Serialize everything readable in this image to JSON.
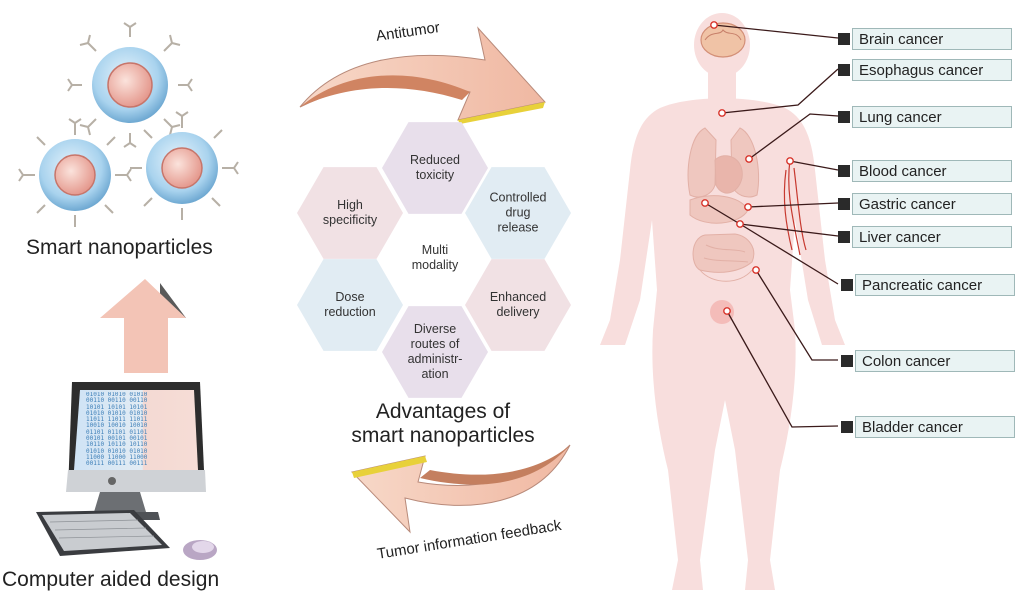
{
  "left": {
    "nanoparticles_label": "Smart nanoparticles",
    "computer_label": "Computer aided design",
    "screen_binary": [
      "01010",
      "00110",
      "10101",
      "01010",
      "11011",
      "10010",
      "01101",
      "00101",
      "10110",
      "01010",
      "11000",
      "00111"
    ]
  },
  "center": {
    "antitumor_label": "Antitumor",
    "feedback_label": "Tumor information feedback",
    "advantages_title_line1": "Advantages of",
    "advantages_title_line2": "smart nanoparticles",
    "center_label_line1": "Multi",
    "center_label_line2": "modality",
    "hexagons": [
      {
        "key": "reduced-toxicity",
        "lines": [
          "Reduced",
          "toxicity"
        ],
        "color": "#e8dfeb"
      },
      {
        "key": "controlled-drug-release",
        "lines": [
          "Controlled",
          "drug",
          "release"
        ],
        "color": "#e1ecf3"
      },
      {
        "key": "enhanced-delivery",
        "lines": [
          "Enhanced",
          "delivery"
        ],
        "color": "#f1e1e4"
      },
      {
        "key": "diverse-routes",
        "lines": [
          "Diverse",
          "routes of",
          "administr-",
          "ation"
        ],
        "color": "#e8dfeb"
      },
      {
        "key": "dose-reduction",
        "lines": [
          "Dose",
          "reduction"
        ],
        "color": "#e1ecf3"
      },
      {
        "key": "high-specificity",
        "lines": [
          "High",
          "specificity"
        ],
        "color": "#f1e1e4"
      }
    ]
  },
  "cancers": [
    {
      "name": "Brain  cancer"
    },
    {
      "name": "Esophagus cancer"
    },
    {
      "name": "Lung cancer"
    },
    {
      "name": "Blood cancer"
    },
    {
      "name": "Gastric cancer"
    },
    {
      "name": "Liver cancer"
    },
    {
      "name": "Pancreatic cancer"
    },
    {
      "name": "Colon cancer"
    },
    {
      "name": "Bladder cancer"
    }
  ],
  "colors": {
    "body_fill": "#f8dedd",
    "organ_fill": "#f2cfc8",
    "arrow_fill": "#f3c9b8",
    "arrow_edge": "#c9765a",
    "arrow_tip": "#e8d13a",
    "line": "#3b1a1a",
    "dot": "#d8342b",
    "particle_shell": "#a9d3ee"
  }
}
